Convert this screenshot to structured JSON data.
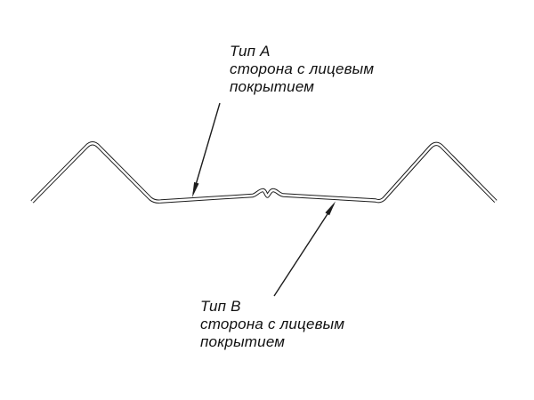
{
  "labels": {
    "type_a": {
      "title": "Тип А",
      "line1": "сторона с лицевым",
      "line2": "покрытием"
    },
    "type_b": {
      "title": "Тип В",
      "line1": "сторона с лицевым",
      "line2": "покрытием"
    }
  },
  "colors": {
    "line": "#1c1c1c",
    "background": "#ffffff"
  }
}
